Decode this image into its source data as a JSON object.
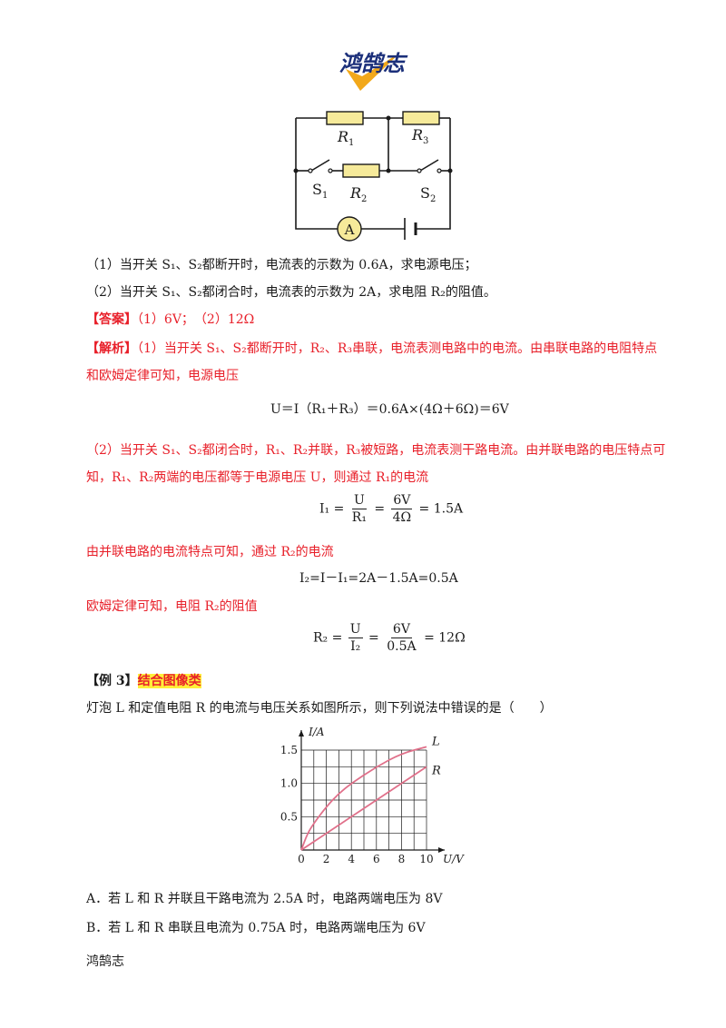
{
  "logo": {
    "text": "鸿鹄志"
  },
  "circuit": {
    "labels": {
      "r1": "R",
      "r1_sub": "1",
      "r2": "R",
      "r2_sub": "2",
      "r3": "R",
      "r3_sub": "3",
      "s1": "S",
      "s1_sub": "1",
      "s2": "S",
      "s2_sub": "2",
      "ammeter": "A"
    }
  },
  "questions": {
    "q1": "（1）当开关 S₁、S₂都断开时，电流表的示数为 0.6A，求电源电压；",
    "q2": "（2）当开关 S₁、S₂都闭合时，电流表的示数为 2A，求电阻 R₂的阻值。"
  },
  "answer": {
    "label": "【答案】",
    "text": "（1）6V；　（2）12Ω"
  },
  "analysis": {
    "label": "【解析】",
    "p1a": "（1）当开关 S₁、S₂都断开时，R₂、R₃串联，电流表测电路中的电流。由串联电路的电阻特点",
    "p1b": "和欧姆定律可知，电源电压",
    "eq1": "U＝I（R₁＋R₃）＝0.6A×(4Ω＋6Ω)＝6V",
    "p2a": "（2）当开关 S₁、S₂都闭合时，R₁、R₂并联，R₃被短路，电流表测干路电流。由并联电路的电压特点可",
    "p2b": "知，R₁、R₂两端的电压都等于电源电压 U，则通过 R₁的电流",
    "eq2": {
      "lhs": "I₁ =",
      "f1_num": "U",
      "f1_den": "R₁",
      "f2_num": "6V",
      "f2_den": "4Ω",
      "rhs": "= 1.5A"
    },
    "p3": "由并联电路的电流特点可知，通过 R₂的电流",
    "eq3": "I₂=I－I₁=2A－1.5A=0.5A",
    "p4": "欧姆定律可知，电阻 R₂的阻值",
    "eq4": {
      "lhs": "R₂ =",
      "f1_num": "U",
      "f1_den": "I₂",
      "f2_num": "6V",
      "f2_den": "0.5A",
      "rhs": "= 12Ω"
    }
  },
  "example": {
    "label": "【例 3】",
    "tag": "结合图像类",
    "stem": "灯泡 L 和定值电阻 R 的电流与电压关系如图所示，则下列说法中错误的是（　　）",
    "option_a": "A．若 L 和 R 并联且干路电流为 2.5A 时，电路两端电压为 8V",
    "option_b": "B．若 L 和 R 串联且电流为 0.75A 时，电路两端电压为 6V"
  },
  "chart_data": {
    "type": "line",
    "xlabel": "U/V",
    "ylabel": "I/A",
    "xlim": [
      0,
      10
    ],
    "ylim": [
      0,
      1.5
    ],
    "x_ticks": [
      "0",
      "2",
      "4",
      "6",
      "8",
      "10"
    ],
    "y_ticks": [
      "0.5",
      "1.0",
      "1.5"
    ],
    "grid": true,
    "series": [
      {
        "name": "L",
        "x": [
          0,
          0.5,
          1,
          2,
          3,
          4,
          6,
          8,
          10
        ],
        "y": [
          0,
          0.25,
          0.4,
          0.65,
          0.85,
          1.0,
          1.25,
          1.45,
          1.55
        ]
      },
      {
        "name": "R",
        "x": [
          0,
          10
        ],
        "y": [
          0,
          1.25
        ]
      }
    ],
    "colors": {
      "curve": "#e0708a",
      "grid": "#1a1a1a"
    }
  },
  "footer": {
    "text": "鸿鹄志"
  }
}
